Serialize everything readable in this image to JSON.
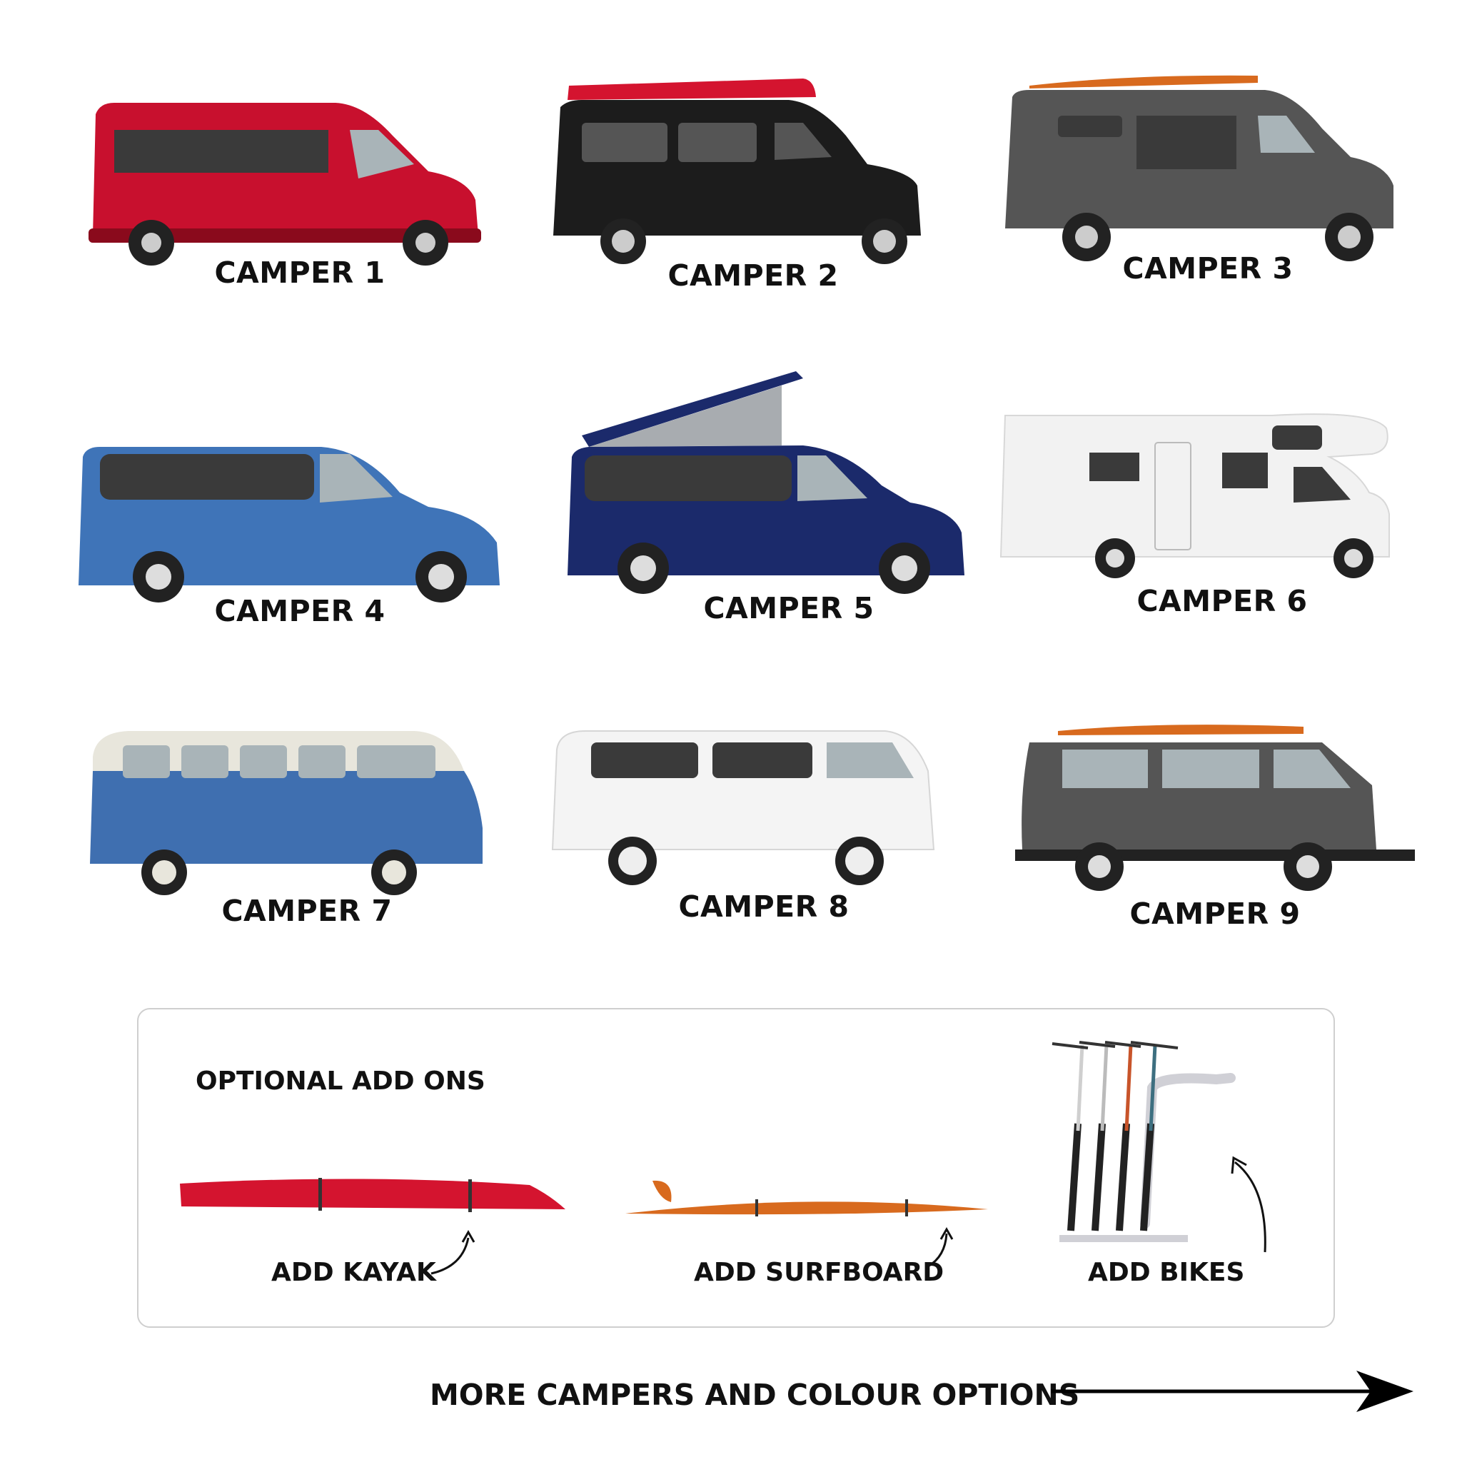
{
  "campers": [
    {
      "label": "CAMPER 1",
      "color": "#c8102e"
    },
    {
      "label": "CAMPER 2",
      "color": "#1c1c1c"
    },
    {
      "label": "CAMPER 3",
      "color": "#555555"
    },
    {
      "label": "CAMPER 4",
      "color": "#3f74b8"
    },
    {
      "label": "CAMPER 5",
      "color": "#1b2a6b"
    },
    {
      "label": "CAMPER 6",
      "color": "#f2f2f2"
    },
    {
      "label": "CAMPER 7",
      "color": "#3f6fb0"
    },
    {
      "label": "CAMPER 8",
      "color": "#f4f4f4"
    },
    {
      "label": "CAMPER 9",
      "color": "#555555"
    }
  ],
  "addons": {
    "title": "OPTIONAL ADD ONS",
    "kayak_label": "ADD KAYAK",
    "surfboard_label": "ADD SURFBOARD",
    "bikes_label": "ADD BIKES"
  },
  "footer": {
    "more_text": "MORE CAMPERS AND COLOUR OPTIONS"
  },
  "colors": {
    "kayak": "#d4142f",
    "surfboard": "#d86a1e",
    "glass": "#a9b4b8",
    "tyre": "#222222"
  },
  "icons": [
    "kayak-icon",
    "surfboard-icon",
    "bike-rack-icon",
    "arrow-right-icon"
  ]
}
